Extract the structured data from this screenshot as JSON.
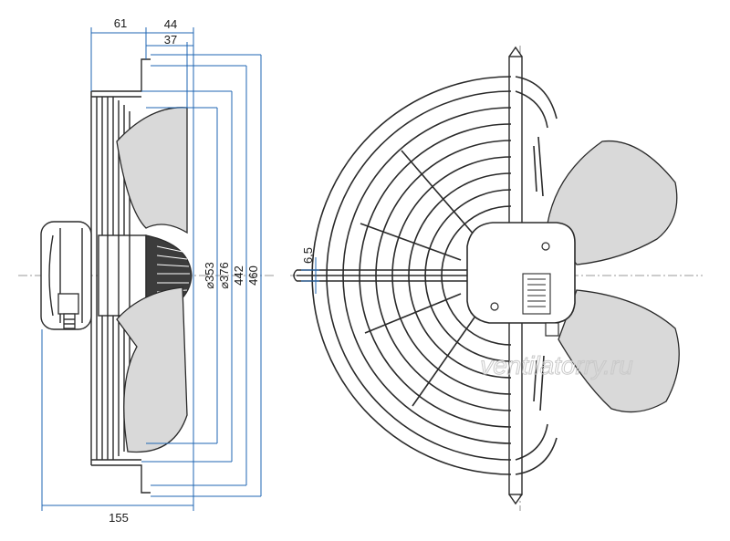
{
  "side_view": {
    "dimensions": {
      "top_61": "61",
      "top_44": "44",
      "top_37": "37",
      "bottom_155": "155",
      "dia_353": "⌀353",
      "dia_376": "⌀376",
      "dim_442": "442",
      "dim_460": "460"
    }
  },
  "front_view": {
    "dimension_6_5": "6,5"
  },
  "watermark": "ventilatorry.ru",
  "colors": {
    "dimension_line": "#1f66b3",
    "outline": "#2a2a2a",
    "blade_fill": "#d9d9d9",
    "watermark": "#c9c9c9"
  }
}
